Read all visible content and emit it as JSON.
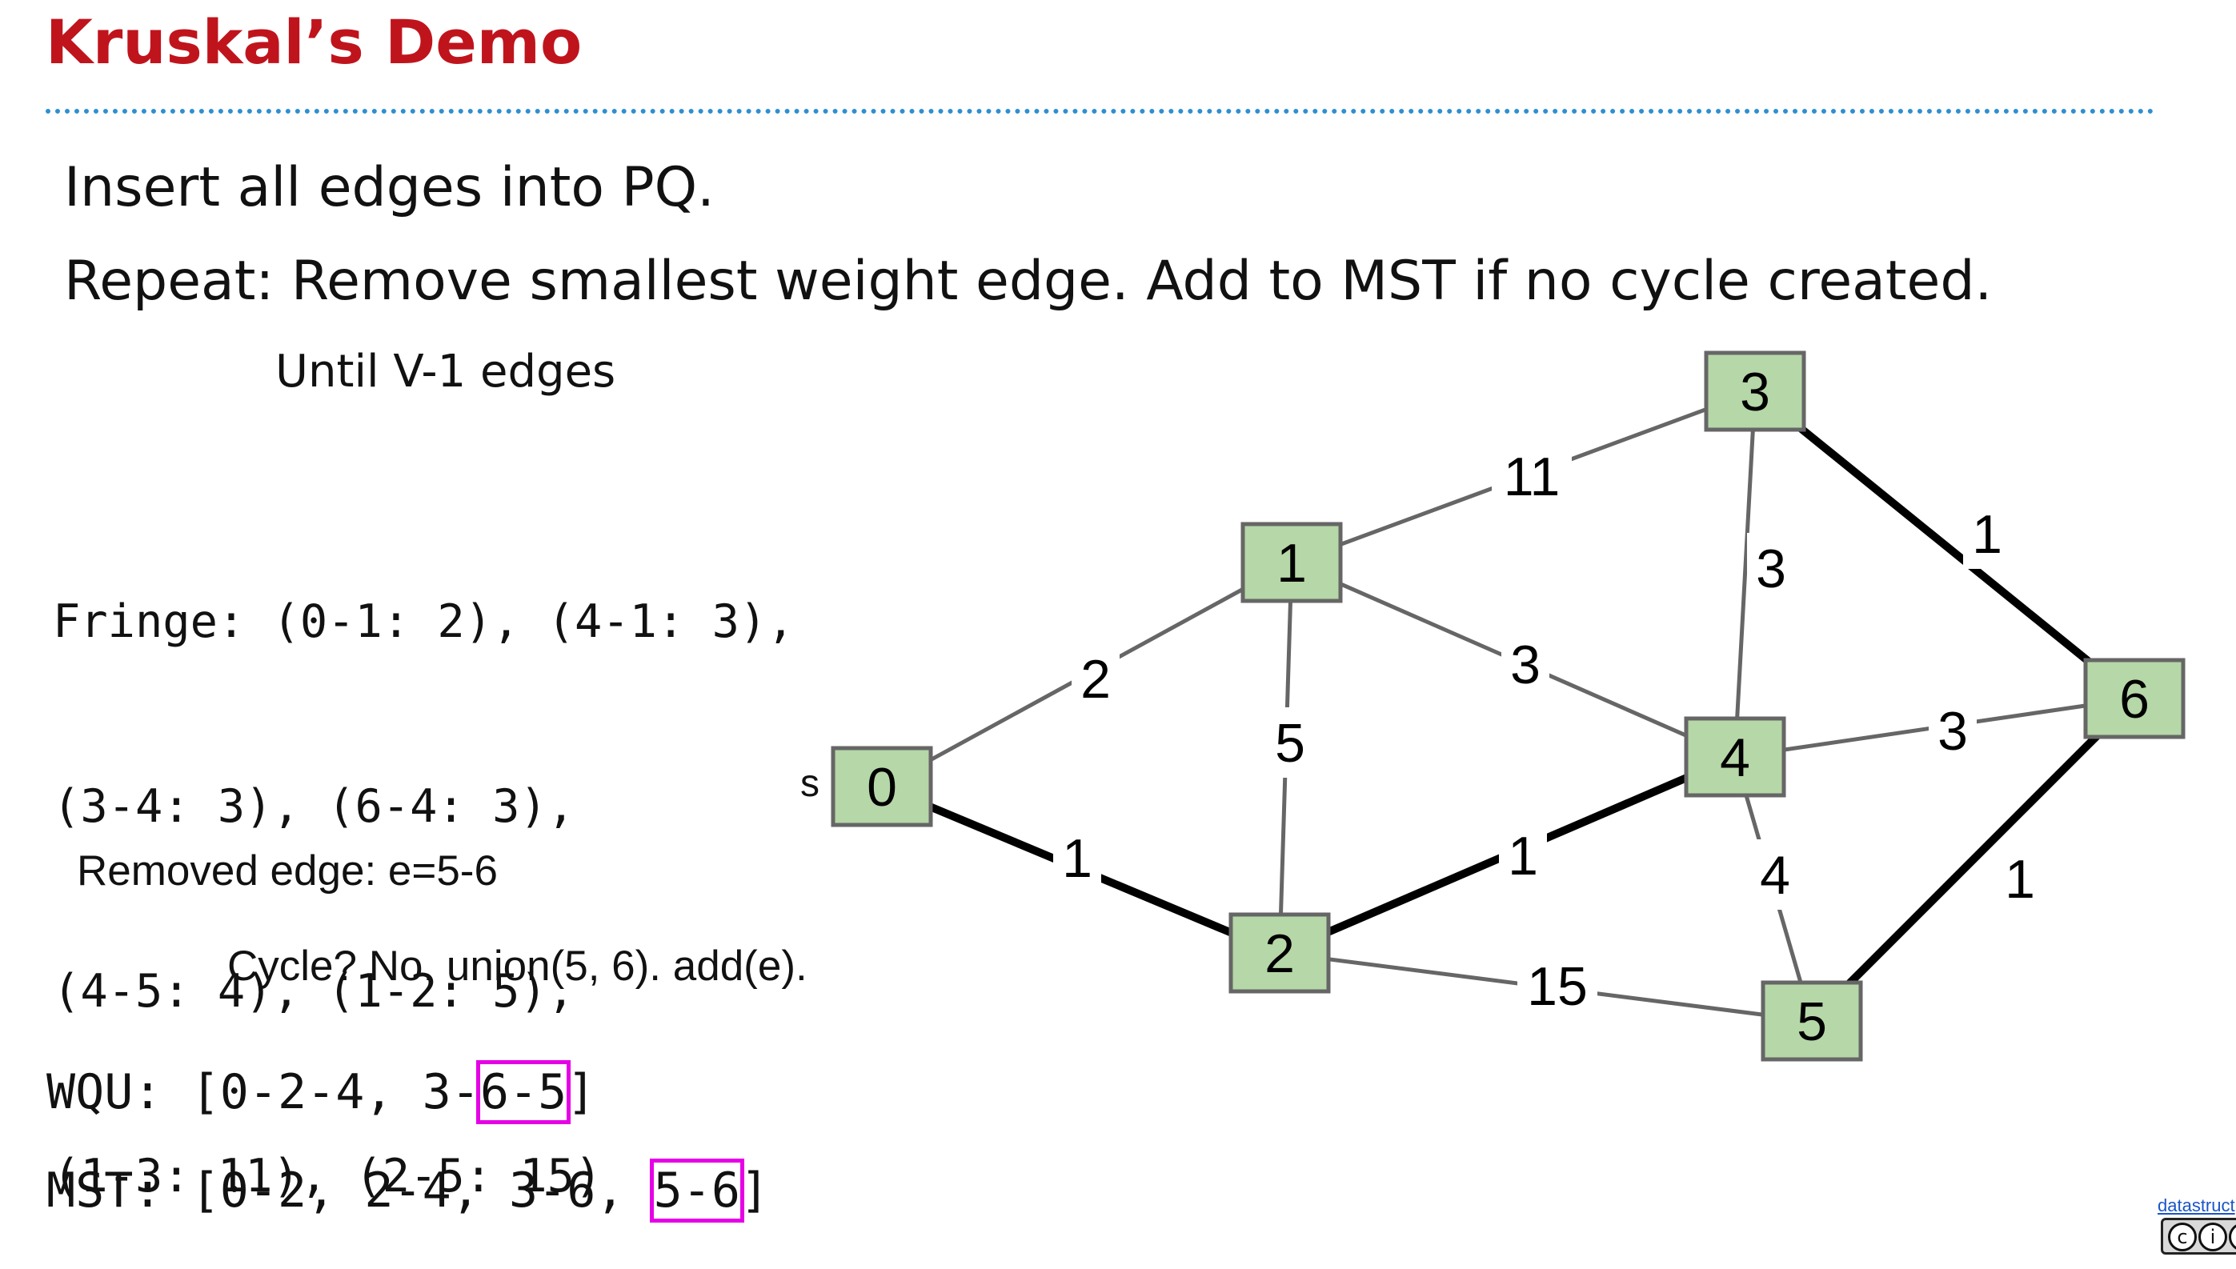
{
  "slide": {
    "title": "Kruskal’s Demo",
    "step1": "Insert all edges into PQ.",
    "step2": "Repeat: Remove smallest weight edge. Add to MST if no cycle created.",
    "until": "Until V-1 edges"
  },
  "fringe": {
    "lines": [
      "Fringe: (0-1: 2), (4-1: 3),",
      "(3-4: 3), (6-4: 3),",
      "(4-5: 4), (1-2: 5),",
      "(1-3: 11), (2-5: 15)"
    ]
  },
  "status": {
    "removed": "Removed edge: e=5-6",
    "cycle": "Cycle? No. union(5, 6). add(e)."
  },
  "wqu": {
    "prefix": "WQU: [0-2-4, 3-",
    "highlight": "6-5",
    "suffix": "]"
  },
  "mst": {
    "prefix": "MST: [0-2, 2-4, 3-6, ",
    "highlight": "5-6",
    "suffix": "]"
  },
  "graph": {
    "source_label": "s",
    "nodes": [
      {
        "id": "0",
        "label": "0"
      },
      {
        "id": "1",
        "label": "1"
      },
      {
        "id": "2",
        "label": "2"
      },
      {
        "id": "3",
        "label": "3"
      },
      {
        "id": "4",
        "label": "4"
      },
      {
        "id": "5",
        "label": "5"
      },
      {
        "id": "6",
        "label": "6"
      }
    ],
    "edges": [
      {
        "from": "0",
        "to": "1",
        "weight": "2",
        "in_mst": false
      },
      {
        "from": "0",
        "to": "2",
        "weight": "1",
        "in_mst": true
      },
      {
        "from": "1",
        "to": "2",
        "weight": "5",
        "in_mst": false
      },
      {
        "from": "1",
        "to": "3",
        "weight": "11",
        "in_mst": false
      },
      {
        "from": "1",
        "to": "4",
        "weight": "3",
        "in_mst": false
      },
      {
        "from": "2",
        "to": "4",
        "weight": "1",
        "in_mst": true
      },
      {
        "from": "2",
        "to": "5",
        "weight": "15",
        "in_mst": false
      },
      {
        "from": "3",
        "to": "4",
        "weight": "3",
        "in_mst": false
      },
      {
        "from": "3",
        "to": "6",
        "weight": "1",
        "in_mst": true
      },
      {
        "from": "4",
        "to": "6",
        "weight": "3",
        "in_mst": false
      },
      {
        "from": "4",
        "to": "5",
        "weight": "4",
        "in_mst": false
      },
      {
        "from": "5",
        "to": "6",
        "weight": "1",
        "in_mst": true
      }
    ],
    "colors": {
      "node_fill": "#b6d7a8",
      "node_stroke": "#666666",
      "edge": "#666666",
      "mst_edge": "#000000",
      "highlight_box": "#e600e6",
      "title": "#c0141d"
    }
  },
  "footer": {
    "link_text": "datastruct"
  }
}
